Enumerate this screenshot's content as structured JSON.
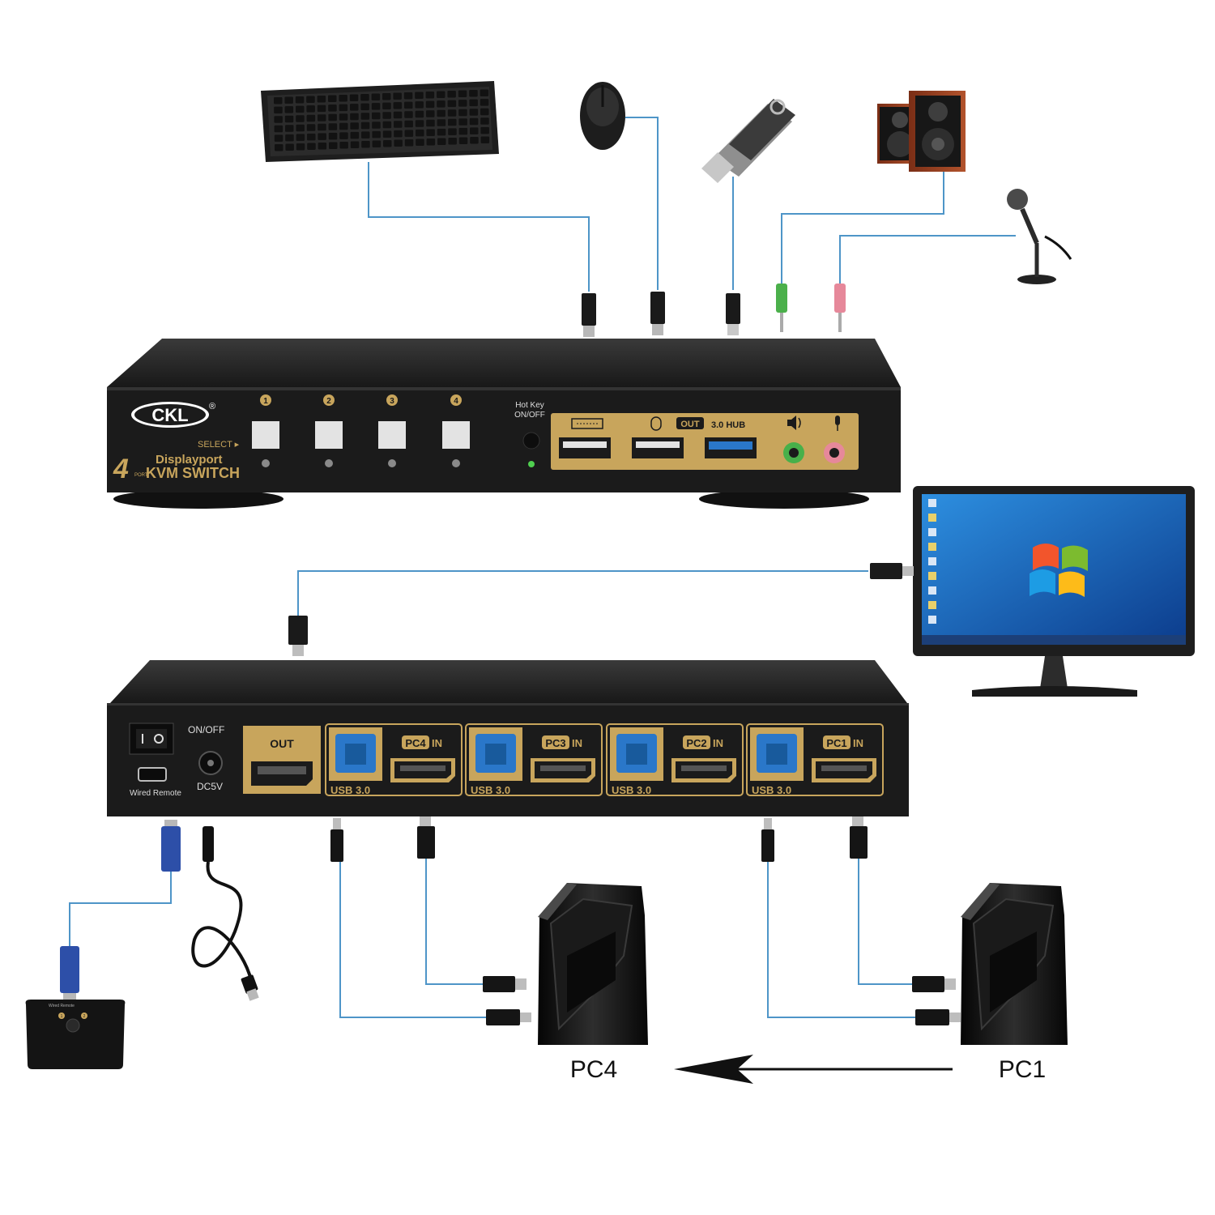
{
  "front_panel": {
    "brand": "CKL",
    "brand_mark": "®",
    "port_buttons": [
      "1",
      "2",
      "3",
      "4"
    ],
    "select_label": "SELECT ▸",
    "model_numeral": "4",
    "model_port": "PORT",
    "model_line1": "Displayport",
    "model_line2": "KVM SWITCH",
    "hotkey_label_1": "Hot Key",
    "hotkey_label_2": "ON/OFF",
    "out_badge": "OUT",
    "hub_label": "3.0 HUB"
  },
  "rear_panel": {
    "on_off_label": "ON/OFF",
    "remote_label": "Wired Remote",
    "dc_label": "DC5V",
    "out_label": "OUT",
    "pc_groups": [
      {
        "badge": "PC4",
        "in": "IN",
        "usb": "USB 3.0"
      },
      {
        "badge": "PC3",
        "in": "IN",
        "usb": "USB 3.0"
      },
      {
        "badge": "PC2",
        "in": "IN",
        "usb": "USB 3.0"
      },
      {
        "badge": "PC1",
        "in": "IN",
        "usb": "USB 3.0"
      }
    ]
  },
  "remote": {
    "title": "Wired Remote",
    "buttons": [
      "1",
      "2"
    ]
  },
  "computers": {
    "left_label": "PC4",
    "right_label": "PC1"
  },
  "colors": {
    "chassis": "#1b1b1b",
    "panel_gold": "#c8a55c",
    "cable": "#4e95c8",
    "usb3_blue": "#2a77c9",
    "audio_green": "#48b04a",
    "mic_pink": "#e6889a"
  },
  "icons": [
    "keyboard-icon",
    "mouse-icon",
    "usb-flash-drive-icon",
    "speakers-icon",
    "microphone-icon",
    "monitor-icon",
    "pc-tower-icon",
    "arrow-left-icon"
  ]
}
